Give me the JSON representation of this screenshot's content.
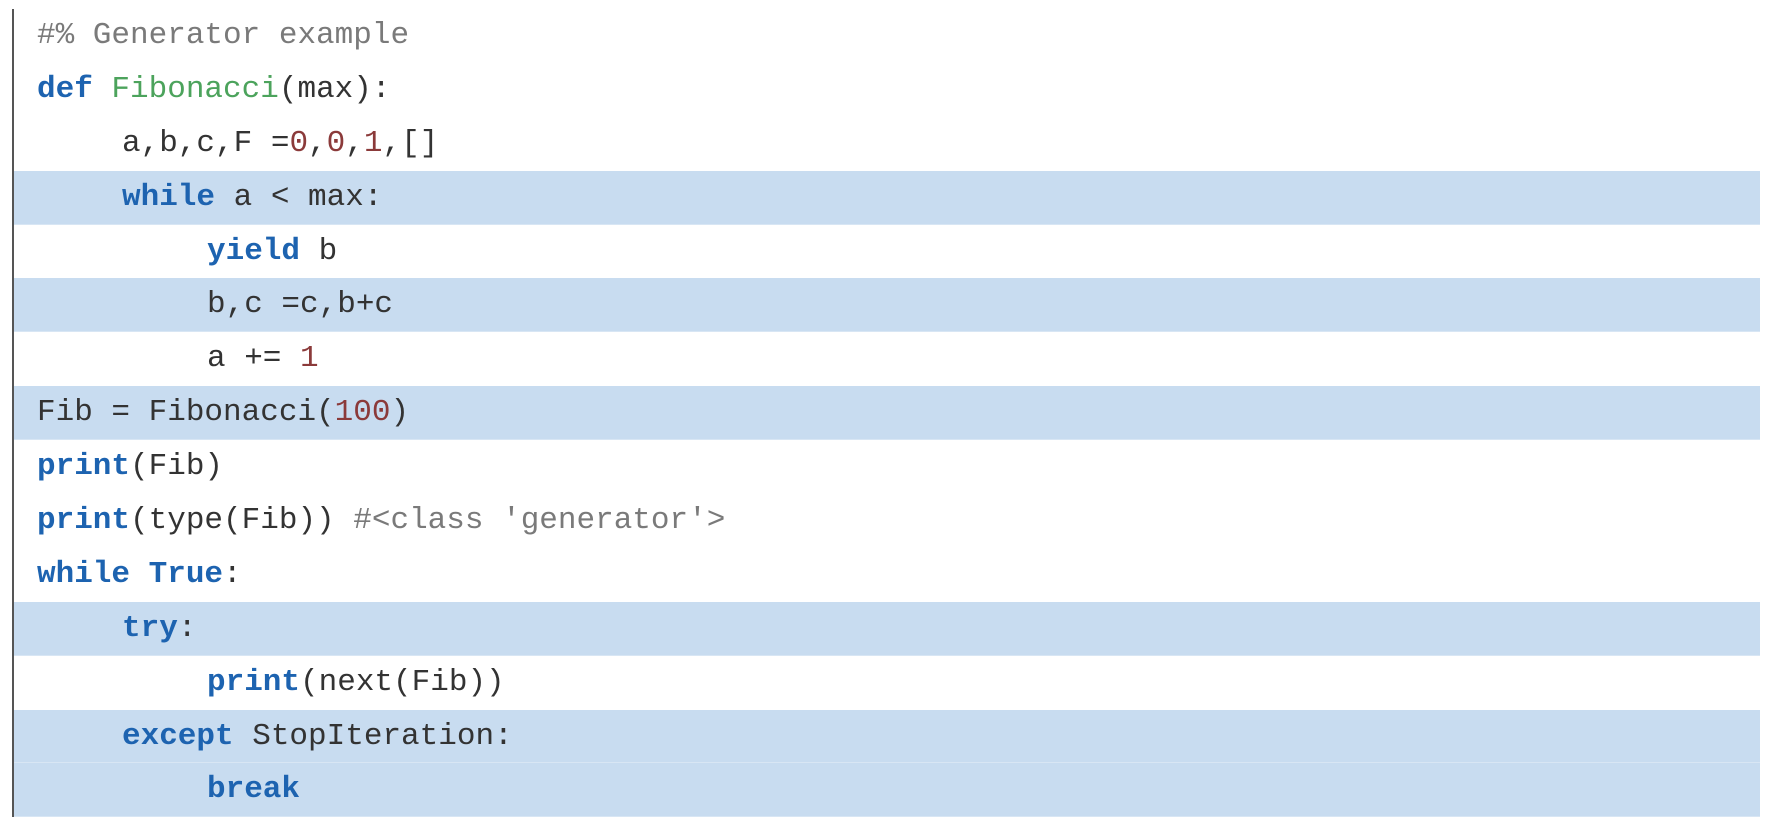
{
  "code": {
    "language": "python",
    "lines": [
      {
        "indent": 0,
        "highlighted": false,
        "tokens": [
          {
            "t": "cm",
            "v": "#% Generator example"
          }
        ]
      },
      {
        "indent": 0,
        "highlighted": false,
        "tokens": [
          {
            "t": "kw",
            "v": "def"
          },
          {
            "t": "txt",
            "v": " "
          },
          {
            "t": "fn",
            "v": "Fibonacci"
          },
          {
            "t": "txt",
            "v": "(max):"
          }
        ]
      },
      {
        "indent": 1,
        "highlighted": false,
        "tokens": [
          {
            "t": "txt",
            "v": "a,b,c,F ="
          },
          {
            "t": "num",
            "v": "0"
          },
          {
            "t": "txt",
            "v": ","
          },
          {
            "t": "num",
            "v": "0"
          },
          {
            "t": "txt",
            "v": ","
          },
          {
            "t": "num",
            "v": "1"
          },
          {
            "t": "txt",
            "v": ",[]"
          }
        ]
      },
      {
        "indent": 1,
        "highlighted": true,
        "tokens": [
          {
            "t": "kw",
            "v": "while"
          },
          {
            "t": "txt",
            "v": " a < max:"
          }
        ]
      },
      {
        "indent": 2,
        "highlighted": false,
        "tokens": [
          {
            "t": "kw",
            "v": "yield"
          },
          {
            "t": "txt",
            "v": " b"
          }
        ]
      },
      {
        "indent": 2,
        "highlighted": true,
        "tokens": [
          {
            "t": "txt",
            "v": "b,c =c,b+c"
          }
        ]
      },
      {
        "indent": 2,
        "highlighted": false,
        "tokens": [
          {
            "t": "txt",
            "v": "a += "
          },
          {
            "t": "num",
            "v": "1"
          }
        ]
      },
      {
        "indent": 0,
        "highlighted": true,
        "tokens": [
          {
            "t": "txt",
            "v": "Fib = Fibonacci("
          },
          {
            "t": "num",
            "v": "100"
          },
          {
            "t": "txt",
            "v": ")"
          }
        ]
      },
      {
        "indent": 0,
        "highlighted": false,
        "tokens": [
          {
            "t": "kw",
            "v": "print"
          },
          {
            "t": "txt",
            "v": "(Fib)"
          }
        ]
      },
      {
        "indent": 0,
        "highlighted": false,
        "tokens": [
          {
            "t": "kw",
            "v": "print"
          },
          {
            "t": "txt",
            "v": "(type(Fib)) "
          },
          {
            "t": "cm",
            "v": "#<class 'generator'>"
          }
        ]
      },
      {
        "indent": 0,
        "highlighted": false,
        "tokens": [
          {
            "t": "kw",
            "v": "while"
          },
          {
            "t": "txt",
            "v": " "
          },
          {
            "t": "kw",
            "v": "True"
          },
          {
            "t": "txt",
            "v": ":"
          }
        ]
      },
      {
        "indent": 1,
        "highlighted": true,
        "tokens": [
          {
            "t": "kw",
            "v": "try"
          },
          {
            "t": "txt",
            "v": ":"
          }
        ]
      },
      {
        "indent": 2,
        "highlighted": false,
        "tokens": [
          {
            "t": "kw",
            "v": "print"
          },
          {
            "t": "txt",
            "v": "(next(Fib))"
          }
        ]
      },
      {
        "indent": 1,
        "highlighted": true,
        "tokens": [
          {
            "t": "kw",
            "v": "except"
          },
          {
            "t": "txt",
            "v": " StopIteration:"
          }
        ]
      },
      {
        "indent": 2,
        "highlighted": true,
        "tokens": [
          {
            "t": "kw",
            "v": "break"
          }
        ]
      }
    ]
  },
  "colors": {
    "keyword": "#1d63b0",
    "function_name": "#4ca35c",
    "number": "#8b3a3a",
    "comment": "#7a7a7a",
    "text": "#333333",
    "highlight_background": "#c8dcf0"
  }
}
